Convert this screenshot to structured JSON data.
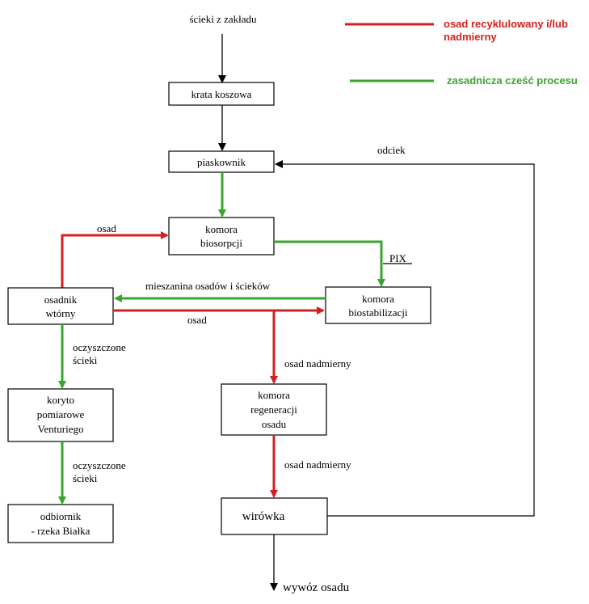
{
  "colors": {
    "red": "#d42020",
    "green": "#3aa52e",
    "black": "#000000"
  },
  "legend": {
    "recycled_line1": "osad recyklulowany i/lub",
    "recycled_line2": "nadmierny",
    "main": "zasadnicza cześć procesu"
  },
  "nodes": {
    "inflow": "ścieki z zakładu",
    "krata": "krata koszowa",
    "piaskownik": "piaskownik",
    "biosorpcja_l1": "komora",
    "biosorpcja_l2": "biosorpcji",
    "osadnik_l1": "osadnik",
    "osadnik_l2": "wtórny",
    "biostab_l1": "komora",
    "biostab_l2": "biostabilizacji",
    "koryto_l1": "koryto",
    "koryto_l2": "pomiarowe",
    "koryto_l3": "Venturiego",
    "regeneracja_l1": "komora",
    "regeneracja_l2": "regeneracji",
    "regeneracja_l3": "osadu",
    "odbiornik_l1": "odbiornik",
    "odbiornik_l2": "- rzeka Białka",
    "wirowka": "wirówka",
    "wywoz": "wywóz osadu"
  },
  "labels": {
    "odciek": "odciek",
    "osad_top": "osad",
    "pix": "PIX",
    "mieszanina": "mieszanina osadów  i ścieków",
    "osad_mid": "osad",
    "oczyszczone1_l1": "oczyszczone",
    "oczyszczone1_l2": "ścieki",
    "oczyszczone2_l1": "oczyszczone",
    "oczyszczone2_l2": "ścieki",
    "osad_nadmierny1": "osad nadmierny",
    "osad_nadmierny2": "osad nadmierny"
  }
}
